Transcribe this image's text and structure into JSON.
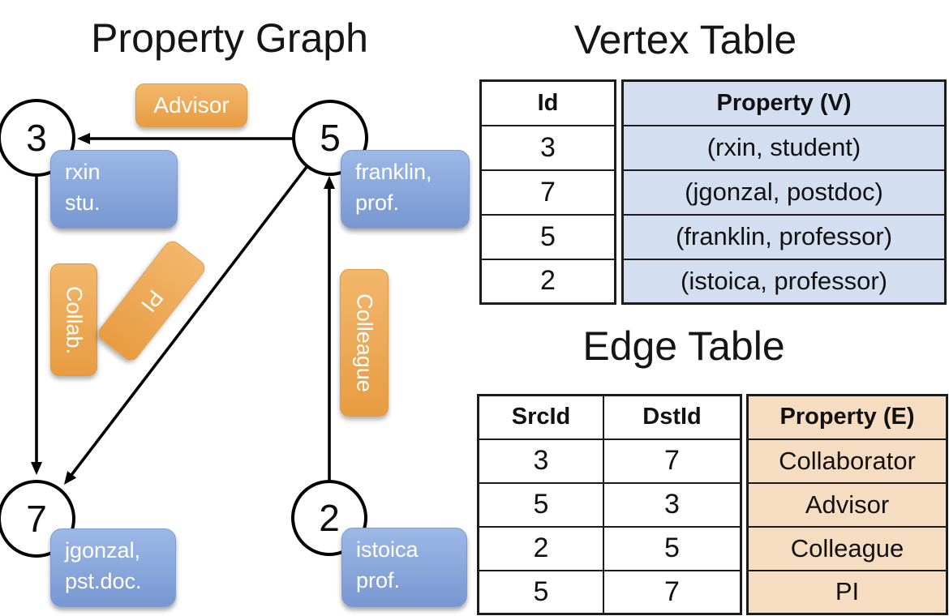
{
  "graph": {
    "title": "Property Graph",
    "nodes": [
      {
        "id": "3",
        "line1": "rxin",
        "line2": "stu."
      },
      {
        "id": "5",
        "line1": "franklin,",
        "line2": "prof."
      },
      {
        "id": "7",
        "line1": "jgonzal,",
        "line2": "pst.doc."
      },
      {
        "id": "2",
        "line1": "istoica",
        "line2": "prof."
      }
    ],
    "edge_labels": {
      "advisor": "Advisor",
      "collab": "Collab.",
      "pi": "PI",
      "colleague": "Colleague"
    }
  },
  "vertex_table": {
    "title": "Vertex Table",
    "columns": [
      "Id",
      "Property (V)"
    ],
    "rows": [
      [
        "3",
        "(rxin, student)"
      ],
      [
        "7",
        "(jgonzal, postdoc)"
      ],
      [
        "5",
        "(franklin, professor)"
      ],
      [
        "2",
        "(istoica, professor)"
      ]
    ]
  },
  "edge_table": {
    "title": "Edge Table",
    "columns": [
      "SrcId",
      "DstId",
      "Property (E)"
    ],
    "rows": [
      [
        "3",
        "7",
        "Collaborator"
      ],
      [
        "5",
        "3",
        "Advisor"
      ],
      [
        "2",
        "5",
        "Colleague"
      ],
      [
        "5",
        "7",
        "PI"
      ]
    ]
  },
  "colors": {
    "orange_top": "#f2b76d",
    "orange_bottom": "#e89c41",
    "blue_top": "#9cb8e6",
    "blue_bottom": "#7897d1",
    "vertex_fill": "#d4def1",
    "edge_fill": "#f6ddc1",
    "line": "#000000"
  }
}
